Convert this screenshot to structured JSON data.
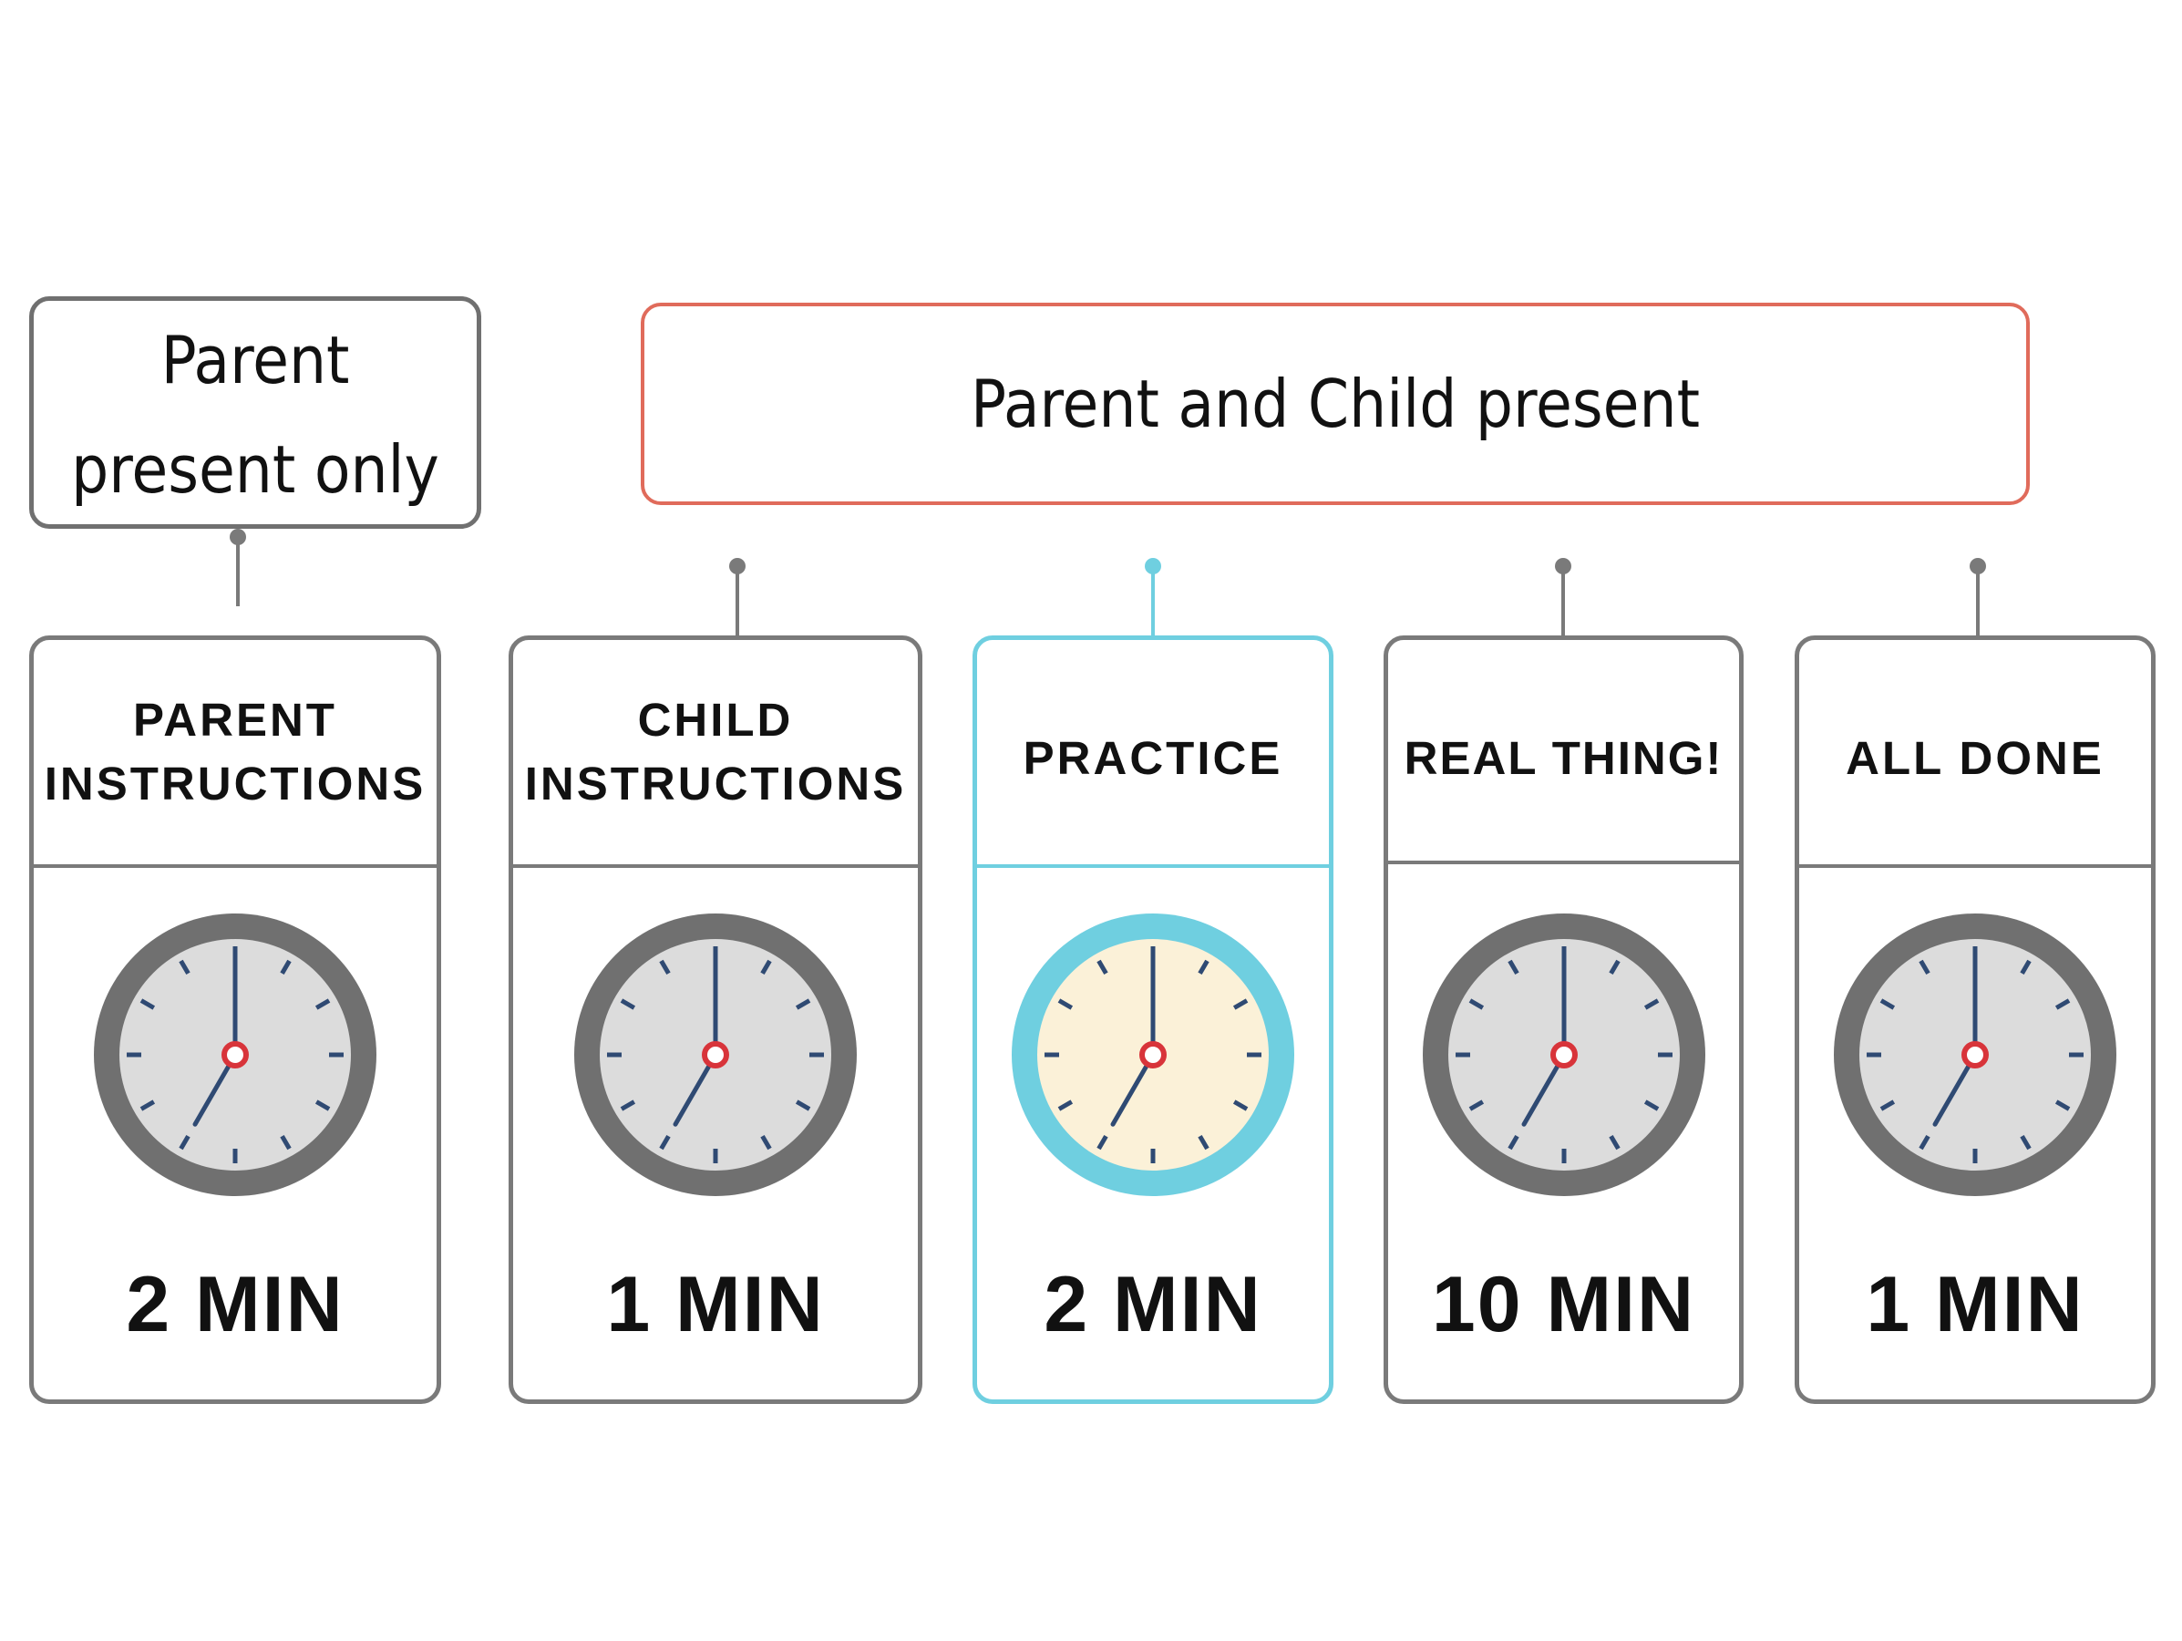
{
  "groups": {
    "parent_only": {
      "line1": "Parent",
      "line2": "present only"
    },
    "parent_and_child": {
      "label": "Parent and Child present"
    }
  },
  "steps": [
    {
      "title_line1": "PARENT",
      "title_line2": "INSTRUCTIONS",
      "time": "2 MIN"
    },
    {
      "title_line1": "CHILD",
      "title_line2": "INSTRUCTIONS",
      "time": "1 MIN"
    },
    {
      "title_line1": "PRACTICE",
      "title_line2": "",
      "time": "2 MIN",
      "highlighted": true
    },
    {
      "title_line1": "REAL THING!",
      "title_line2": "",
      "time": "10 MIN"
    },
    {
      "title_line1": "ALL DONE",
      "title_line2": "",
      "time": "1 MIN"
    }
  ],
  "colors": {
    "card_border": "#7a7a7a",
    "highlight": "#6fcfe0",
    "group_border": "#e06b5b",
    "clock_rim": "#707070",
    "clock_face": "#dcdcdc",
    "clock_face_highlight": "#fbf1d8",
    "clock_hand": "#2f4a73",
    "clock_center": "#d8343a"
  },
  "icons": {
    "clock": "clock-icon"
  }
}
